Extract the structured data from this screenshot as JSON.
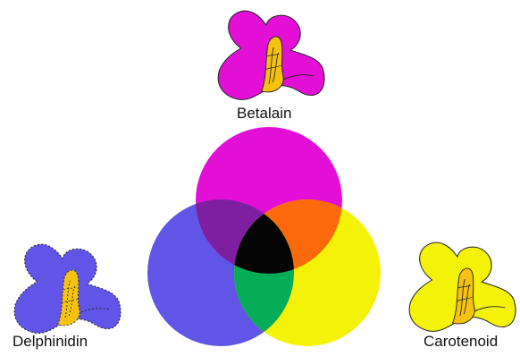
{
  "labels": {
    "top": "Betalain",
    "left": "Delphinidin",
    "right": "Carotenoid"
  },
  "colors": {
    "magenta": "#e40fd7",
    "blue": "#6055e6",
    "yellow": "#f5f20a",
    "magenta_blue_overlap": "#7d1fa0",
    "magenta_yellow_overlap": "#fa6a0c",
    "blue_yellow_overlap": "#06ad58",
    "center_overlap": "#050505",
    "stamen_fill": "#f5c211",
    "outline": "#222222"
  },
  "icons": {
    "top_flower": "flower-icon",
    "left_flower": "flower-icon",
    "right_flower": "flower-icon"
  }
}
